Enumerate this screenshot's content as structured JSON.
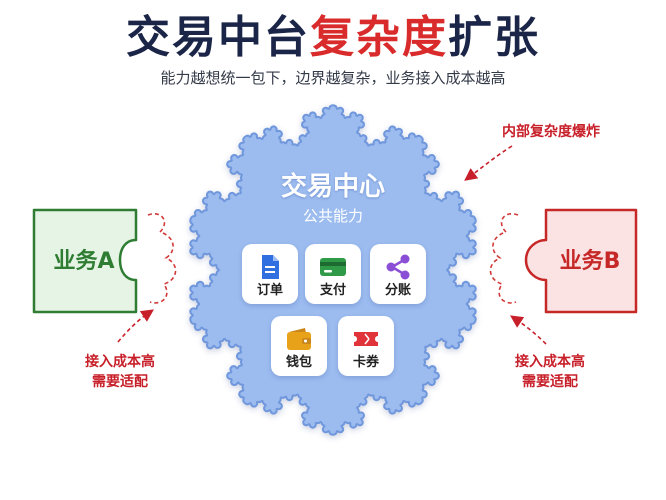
{
  "title": {
    "part1": "交易中台",
    "part2": "复杂度",
    "part3": "扩张"
  },
  "subtitle": "能力越想统一包下，边界越复杂，业务接入成本越高",
  "hub": {
    "title": "交易中心",
    "subtitle": "公共能力",
    "capabilities": [
      {
        "label": "订单",
        "icon": "document-icon",
        "color": "#2f6fe0"
      },
      {
        "label": "支付",
        "icon": "card-icon",
        "color": "#2f9a48"
      },
      {
        "label": "分账",
        "icon": "share-icon",
        "color": "#8b4fd6"
      },
      {
        "label": "钱包",
        "icon": "wallet-icon",
        "color": "#e8a21a"
      },
      {
        "label": "卡券",
        "icon": "ticket-icon",
        "color": "#e0343a"
      }
    ]
  },
  "business_a": {
    "label": "业务A",
    "color": "#2e7d32",
    "fill": "#e6f4e6"
  },
  "business_b": {
    "label": "业务B",
    "color": "#c62828",
    "fill": "#fbe3e3"
  },
  "annotations": {
    "complexity": "内部复杂度爆炸",
    "access_a": [
      "接入成本高",
      "需要适配"
    ],
    "access_b": [
      "接入成本高",
      "需要适配"
    ]
  },
  "colors": {
    "hub_fill": "#9cbcf0",
    "hub_edge": "#6f97dc",
    "accent_red": "#c8202a"
  }
}
